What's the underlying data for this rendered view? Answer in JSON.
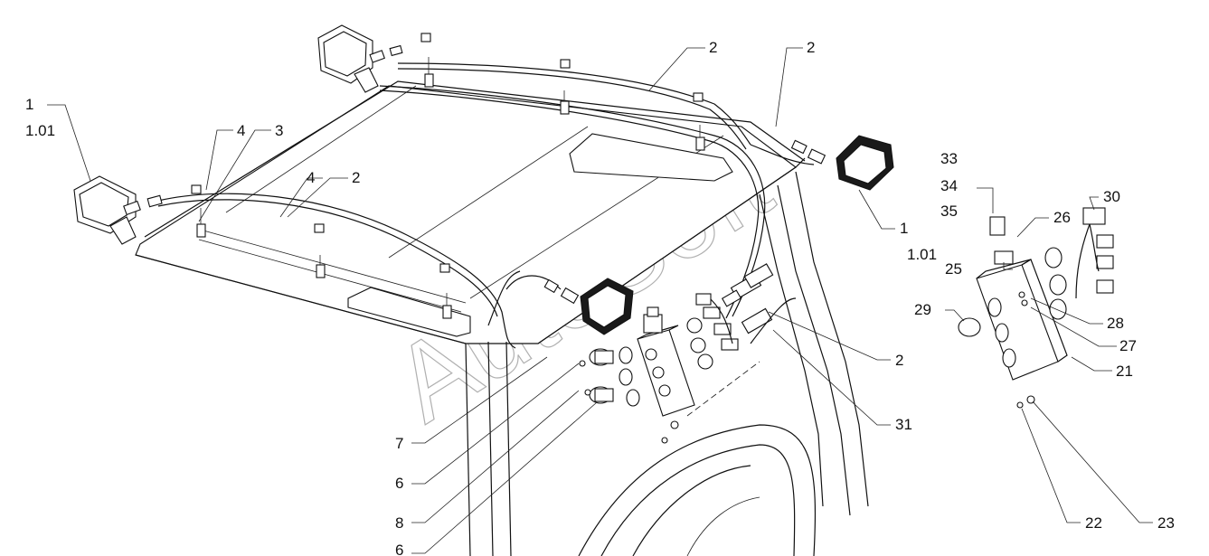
{
  "watermark": "AutoSoft",
  "callouts": [
    {
      "id": "c1",
      "text": "1"
    },
    {
      "id": "c1b",
      "text": "1.01"
    },
    {
      "id": "c4a",
      "text": "4"
    },
    {
      "id": "c3",
      "text": "3"
    },
    {
      "id": "c4b",
      "text": "4"
    },
    {
      "id": "c2a",
      "text": "2"
    },
    {
      "id": "c2b",
      "text": "2"
    },
    {
      "id": "c2c",
      "text": "2"
    },
    {
      "id": "c1r",
      "text": "1"
    },
    {
      "id": "c101r",
      "text": "1.01"
    },
    {
      "id": "c33",
      "text": "33"
    },
    {
      "id": "c34",
      "text": "34"
    },
    {
      "id": "c35",
      "text": "35"
    },
    {
      "id": "c26",
      "text": "26"
    },
    {
      "id": "c30",
      "text": "30"
    },
    {
      "id": "c25",
      "text": "25"
    },
    {
      "id": "c29",
      "text": "29"
    },
    {
      "id": "c28",
      "text": "28"
    },
    {
      "id": "c27",
      "text": "27"
    },
    {
      "id": "c21",
      "text": "21"
    },
    {
      "id": "c2d",
      "text": "2"
    },
    {
      "id": "c31",
      "text": "31"
    },
    {
      "id": "c7",
      "text": "7"
    },
    {
      "id": "c6a",
      "text": "6"
    },
    {
      "id": "c8",
      "text": "8"
    },
    {
      "id": "c6b",
      "text": "6"
    },
    {
      "id": "c22",
      "text": "22"
    },
    {
      "id": "c23",
      "text": "23"
    }
  ]
}
